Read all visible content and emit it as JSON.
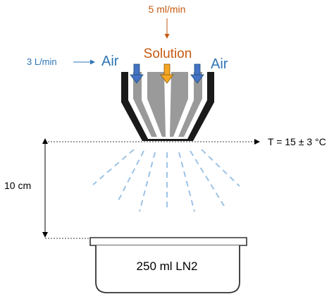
{
  "labels": {
    "solution_flow": "5 ml/min",
    "solution": "Solution",
    "air_flow": "3 L/min",
    "air_left": "Air",
    "air_right": "Air",
    "temperature": "T = 15 ± 3 °C",
    "distance": "10 cm",
    "vessel": "250 ml LN2"
  },
  "colors": {
    "solution": "#C55A11",
    "solution_arrow": "#F5A623",
    "air": "#2E75B6",
    "air_arrow": "#4472C4",
    "nozzle_outer": "#1a1a1a",
    "nozzle_fill": "#9a9a9a",
    "spray": "#9DC3E6",
    "line": "#000000"
  }
}
